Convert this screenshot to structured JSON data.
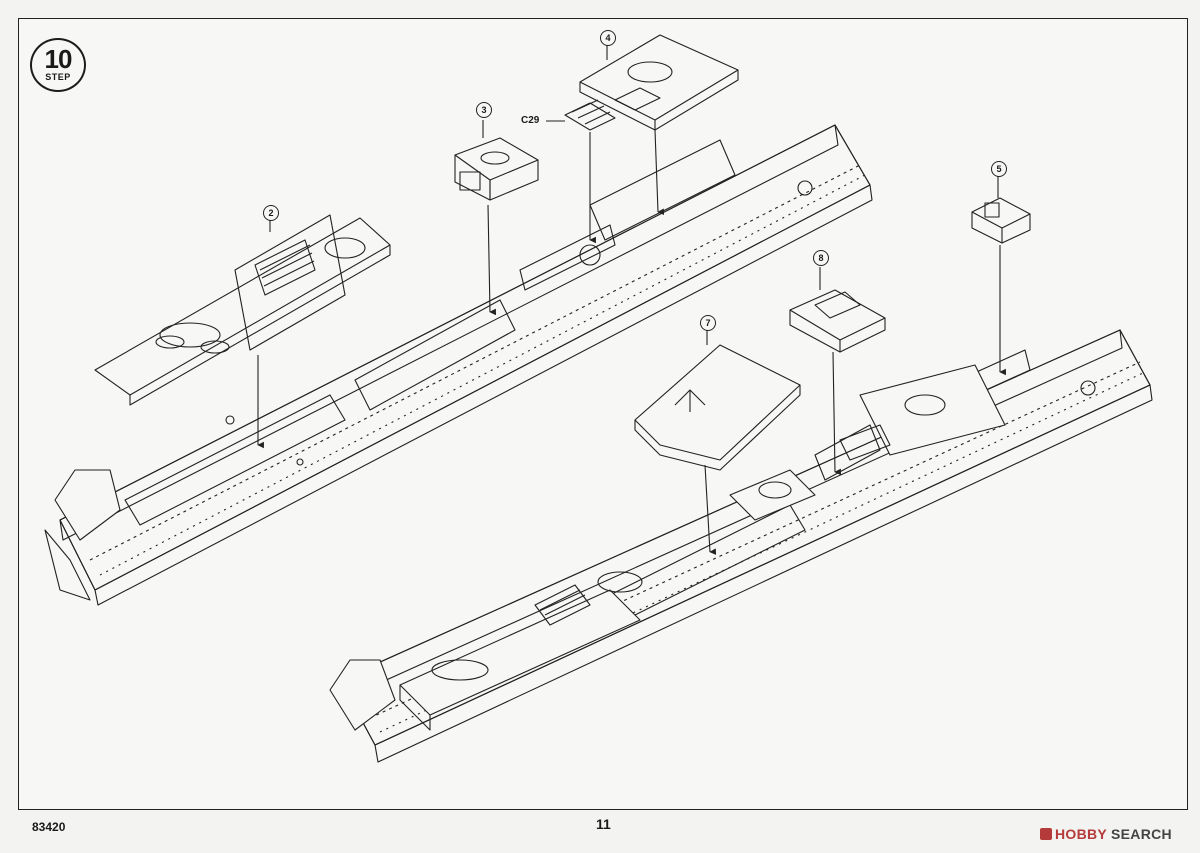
{
  "step": {
    "number": "10",
    "word": "STEP"
  },
  "callouts": [
    "2",
    "3",
    "4",
    "5",
    "7",
    "8"
  ],
  "part_labels": {
    "c29": "C29"
  },
  "footer": {
    "model_number": "83420",
    "page_number": "11"
  },
  "watermark": {
    "brand": "HOBBY",
    "suffix": "SEARCH"
  },
  "colors": {
    "line": "#222222",
    "paper": "#f7f7f5",
    "watermark": "#b53a3a"
  }
}
